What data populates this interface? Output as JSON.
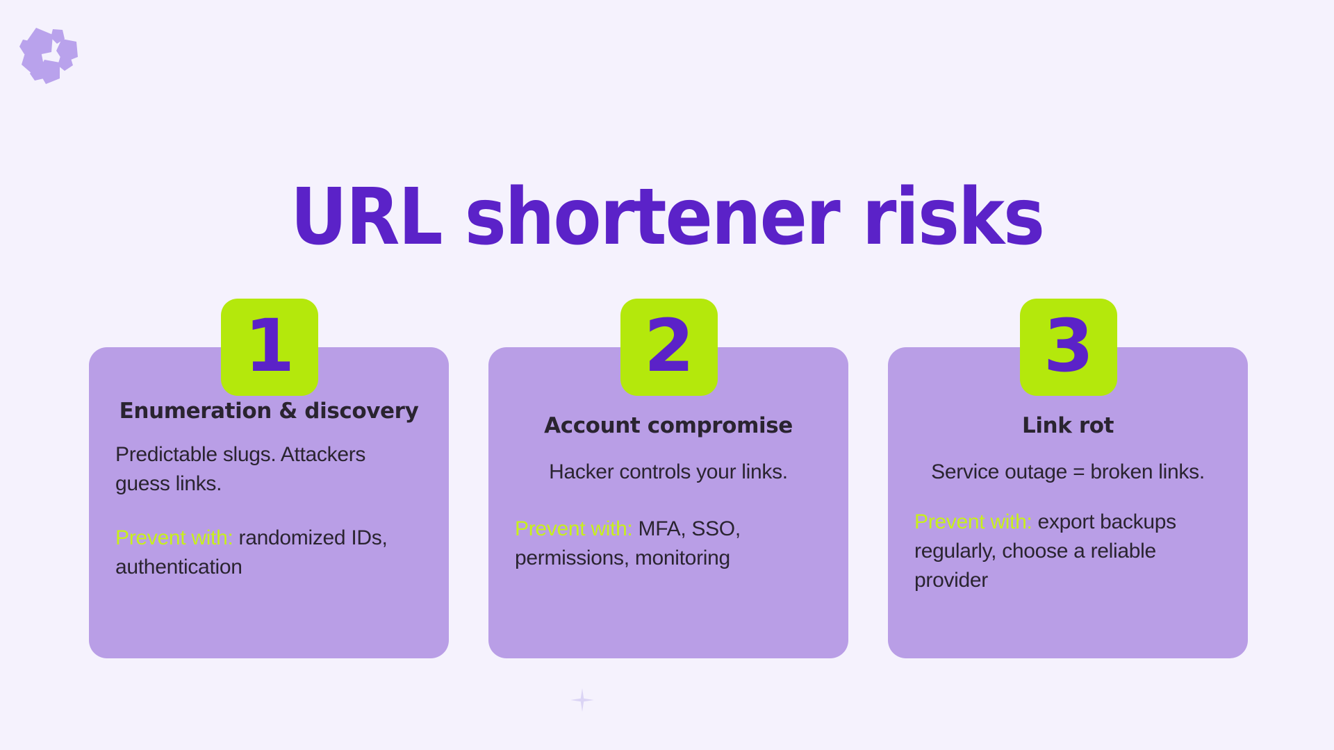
{
  "page": {
    "title": "URL shortener risks",
    "background_color": "#f5f2fd",
    "title_color": "#5b22c8",
    "card_color": "#b99ee6",
    "badge_color": "#b4e80c",
    "accent_color": "#c8f01b",
    "text_color": "#2a2430"
  },
  "logo": {
    "name": "pentagon-cluster-logo",
    "color": "#b9a2ec"
  },
  "sparkle": {
    "name": "sparkle-icon",
    "color": "#c6bdf0"
  },
  "cards": [
    {
      "number": "1",
      "heading": "Enumeration & discovery",
      "description": "Predictable slugs. Attackers guess links.",
      "prevent_label": "Prevent with:",
      "prevent_text": " randomized IDs, authentication"
    },
    {
      "number": "2",
      "heading": "Account compromise",
      "description": "Hacker controls your links.",
      "prevent_label": "Prevent with:",
      "prevent_text": " MFA, SSO, permissions, monitoring"
    },
    {
      "number": "3",
      "heading": "Link rot",
      "description": "Service outage = broken links.",
      "prevent_label": "Prevent with:",
      "prevent_text": " export backups regularly, choose a reliable provider"
    }
  ]
}
